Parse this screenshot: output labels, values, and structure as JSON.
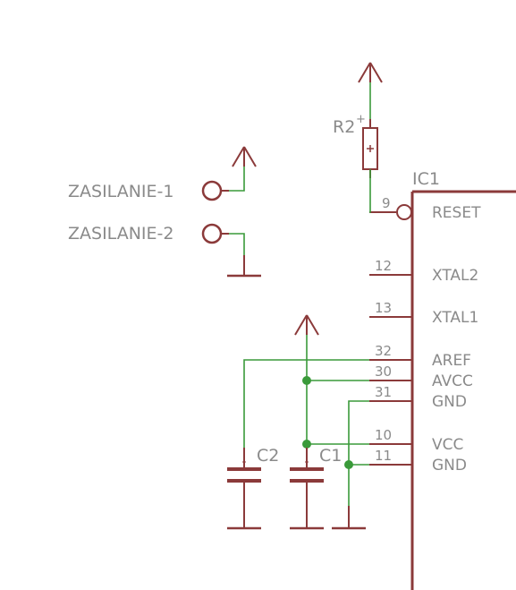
{
  "schematic": {
    "ic": {
      "name": "IC1",
      "pins": [
        {
          "number": "9",
          "name": "RESET"
        },
        {
          "number": "12",
          "name": "XTAL2"
        },
        {
          "number": "13",
          "name": "XTAL1"
        },
        {
          "number": "32",
          "name": "AREF"
        },
        {
          "number": "30",
          "name": "AVCC"
        },
        {
          "number": "31",
          "name": "GND"
        },
        {
          "number": "10",
          "name": "VCC"
        },
        {
          "number": "11",
          "name": "GND"
        }
      ]
    },
    "connectors": [
      {
        "name": "ZASILANIE-1"
      },
      {
        "name": "ZASILANIE-2"
      }
    ],
    "resistor": {
      "name": "R2",
      "polarity": "+"
    },
    "capacitors": [
      {
        "name": "C2"
      },
      {
        "name": "C1"
      }
    ],
    "colors": {
      "symbol": "#8b3a3a",
      "wire": "#3a9a3a",
      "label": "#8a8a8a"
    }
  }
}
